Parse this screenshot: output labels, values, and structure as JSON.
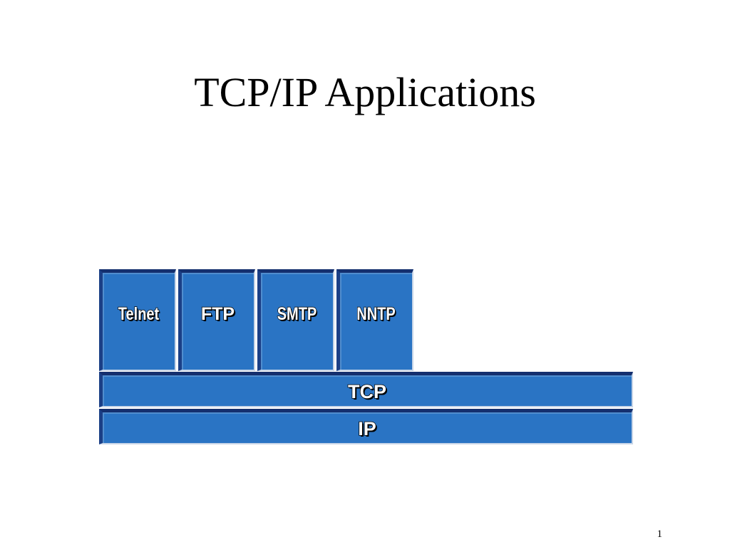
{
  "slide": {
    "title": "TCP/IP Applications",
    "number": "1"
  },
  "diagram": {
    "applications": [
      {
        "label": "Telnet"
      },
      {
        "label": "FTP"
      },
      {
        "label": "SMTP"
      },
      {
        "label": "NNTP"
      }
    ],
    "transport_layer": {
      "label": "TCP"
    },
    "network_layer": {
      "label": "IP"
    },
    "colors": {
      "block_fill": "#2a74c4",
      "block_edge": "#142f6e"
    }
  }
}
